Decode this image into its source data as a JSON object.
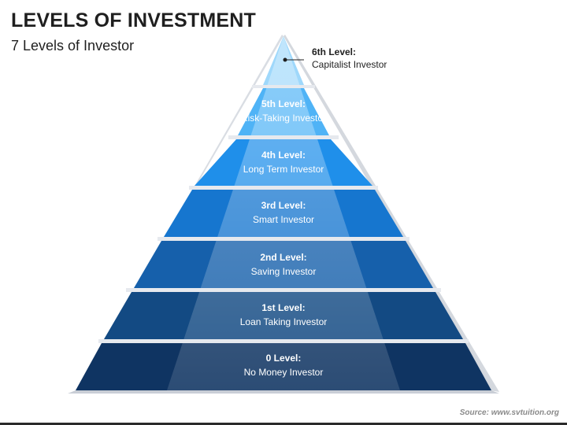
{
  "header": {
    "title": "LEVELS OF INVESTMENT",
    "subtitle": "7 Levels of Investor"
  },
  "pyramid": {
    "levels": [
      {
        "title": "6th Level:",
        "name": "Capitalist Investor",
        "color": "#9fd8fb"
      },
      {
        "title": "5th Level:",
        "name": "Risk-Taking Investor",
        "color": "#4fb3f6"
      },
      {
        "title": "4th Level:",
        "name": "Long Term Investor",
        "color": "#1f8fea"
      },
      {
        "title": "3rd Level:",
        "name": "Smart Investor",
        "color": "#1676cf"
      },
      {
        "title": "2nd Level:",
        "name": "Saving Investor",
        "color": "#1660ab"
      },
      {
        "title": "1st Level:",
        "name": "Loan Taking Investor",
        "color": "#134a83"
      },
      {
        "title": "0 Level:",
        "name": "No Money Investor",
        "color": "#0f3462"
      }
    ]
  },
  "footer": {
    "source": "Source: www.svtuition.org"
  }
}
